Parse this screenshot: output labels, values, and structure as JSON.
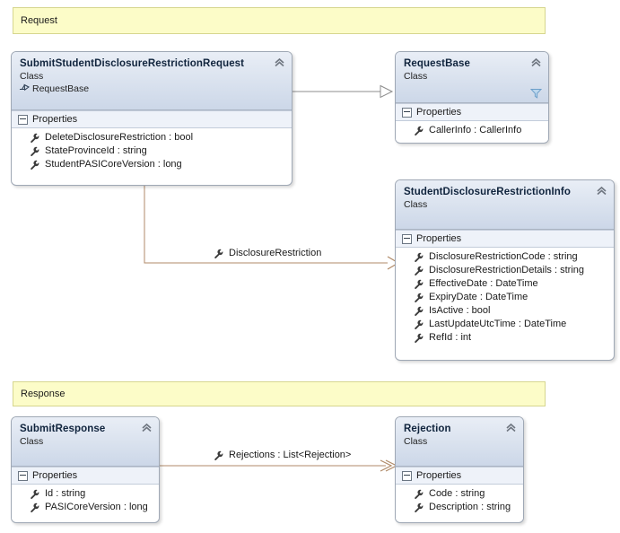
{
  "banners": [
    {
      "name": "request",
      "label": "Request"
    },
    {
      "name": "response",
      "label": "Response"
    }
  ],
  "classes": [
    {
      "id": "submit-student-disclosure-restriction-request",
      "title": "SubmitStudentDisclosureRestrictionRequest",
      "stereotype": "Class",
      "base": "RequestBase",
      "compartment": "Properties",
      "members": [
        "DeleteDisclosureRestriction : bool",
        "StateProvinceId : string",
        "StudentPASICoreVersion : long"
      ]
    },
    {
      "id": "request-base",
      "title": "RequestBase",
      "stereotype": "Class",
      "base": "",
      "compartment": "Properties",
      "members": [
        "CallerInfo : CallerInfo"
      ]
    },
    {
      "id": "student-disclosure-restriction-info",
      "title": "StudentDisclosureRestrictionInfo",
      "stereotype": "Class",
      "base": "",
      "compartment": "Properties",
      "members": [
        "DisclosureRestrictionCode : string",
        "DisclosureRestrictionDetails : string",
        "EffectiveDate : DateTime",
        "ExpiryDate : DateTime",
        "IsActive : bool",
        "LastUpdateUtcTime : DateTime",
        "RefId : int"
      ]
    },
    {
      "id": "submit-response",
      "title": "SubmitResponse",
      "stereotype": "Class",
      "base": "",
      "compartment": "Properties",
      "members": [
        "Id : string",
        "PASICoreVersion : long"
      ]
    },
    {
      "id": "rejection",
      "title": "Rejection",
      "stereotype": "Class",
      "base": "",
      "compartment": "Properties",
      "members": [
        "Code : string",
        "Description : string"
      ]
    }
  ],
  "associations": [
    {
      "id": "disclosure-restriction",
      "label": "DisclosureRestriction"
    },
    {
      "id": "rejections",
      "label": "Rejections : List<Rejection>"
    }
  ],
  "colors": {
    "banner_fill": "#fcfcc8",
    "banner_border": "#d6d68f",
    "class_border": "#9fa8b5",
    "header_gradient_top": "#e9eef6",
    "header_gradient_bottom": "#ccd7e8",
    "compartment_fill": "#eef2f9",
    "inheritance_line": "#8c8c8c",
    "association_line": "#b08a68",
    "funnel_icon": "#8fb4d9",
    "wrench_icon": "#3c3c3c"
  }
}
